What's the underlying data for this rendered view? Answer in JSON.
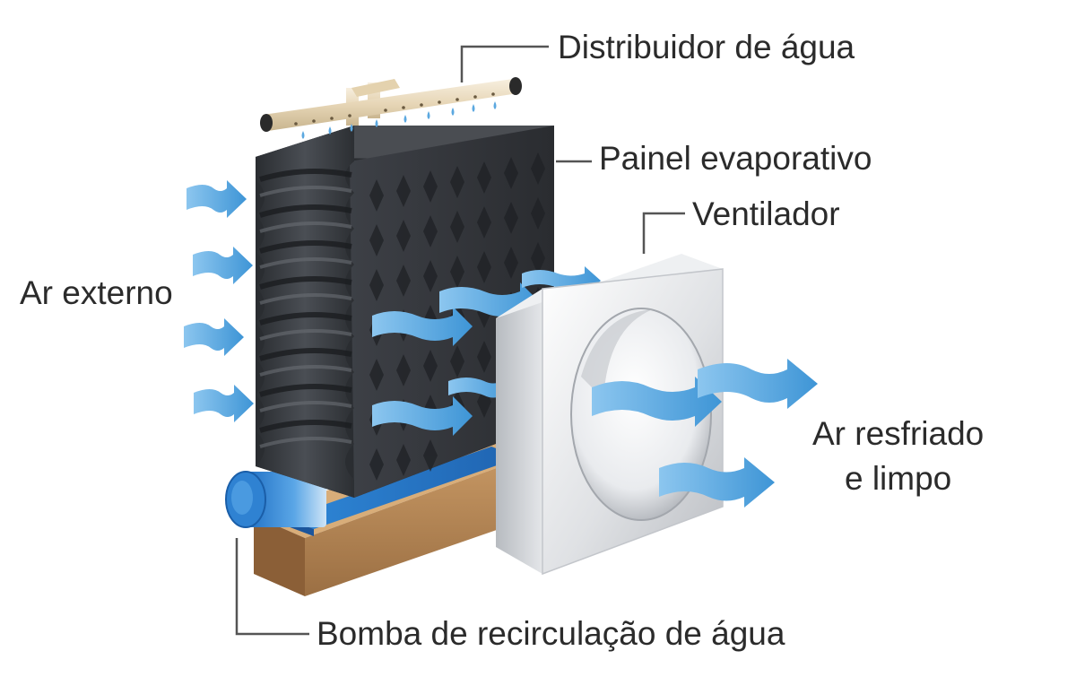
{
  "labels": {
    "distribuidor": "Distribuidor de água",
    "painel": "Painel evaporativo",
    "ventilador": "Ventilador",
    "ar_externo": "Ar externo",
    "ar_resfriado_line1": "Ar resfriado",
    "ar_resfriado_line2": "e limpo",
    "bomba": "Bomba de recirculação de água"
  },
  "colors": {
    "panel": "#3a3d42",
    "panel_dark": "#24272b",
    "airflow": "#5ba8e0",
    "water": "#2b7fd0",
    "tray_wood": "#b5875a",
    "fan_housing": "#e2e4e7",
    "pipe": "#efe2c8",
    "leader_line": "#444444"
  }
}
